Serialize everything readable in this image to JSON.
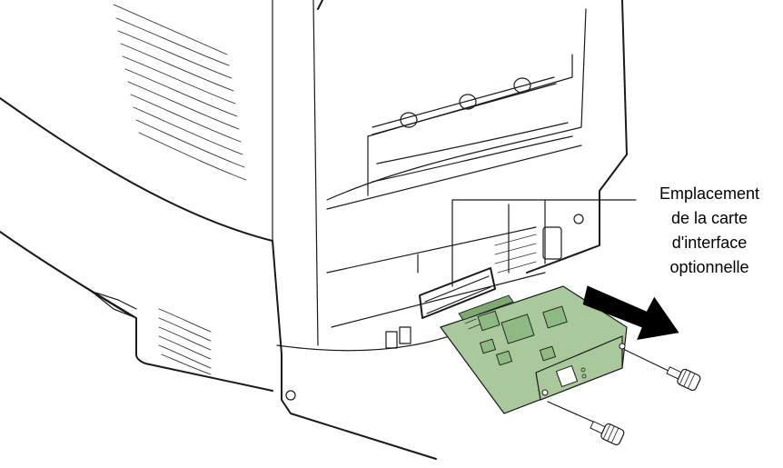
{
  "callout": {
    "lines": [
      "Emplacement",
      "de la carte",
      "d'interface",
      "optionnelle"
    ]
  },
  "colors": {
    "board": "#a9c99c",
    "board_dark": "#7fa973",
    "chip": "#8fb982",
    "line": "#1a1a1a",
    "arrow": "#000000",
    "background": "#ffffff"
  },
  "icons": [
    "printer-body",
    "interface-slot",
    "network-card",
    "thumb-screw",
    "insert-arrow",
    "power-inlet",
    "parallel-port"
  ]
}
